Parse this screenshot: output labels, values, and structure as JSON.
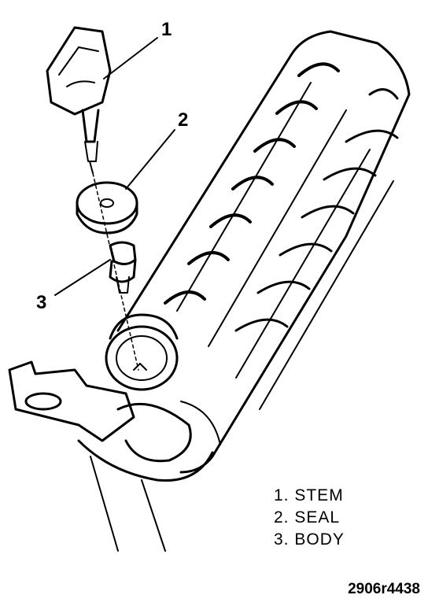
{
  "callouts": [
    "1",
    "2",
    "3"
  ],
  "legend": [
    "1. STEM",
    "2. SEAL",
    "3. BODY"
  ],
  "figure_id": "2906r4438",
  "colors": {
    "ink": "#000000",
    "paper": "#ffffff"
  }
}
